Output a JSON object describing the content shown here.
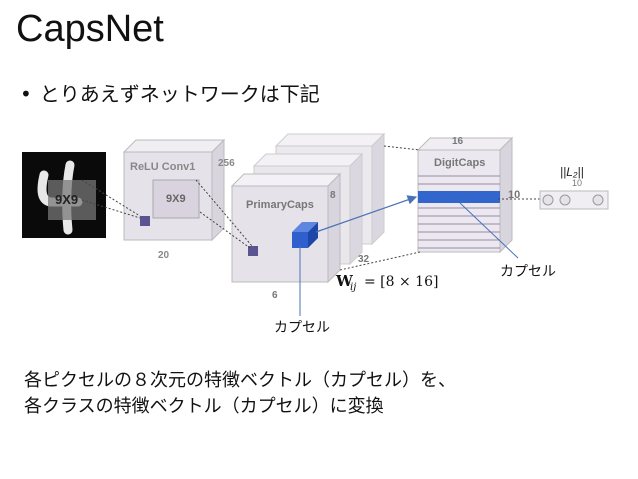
{
  "slide": {
    "title": "CapsNet",
    "bullet": "とりあえずネットワークは下記",
    "description_line1": "各ピクセルの８次元の特徴ベクトル（カプセル）を、",
    "description_line2": "各クラスの特徴ベクトル（カプセル）に変換"
  },
  "diagram": {
    "input_label": "9X9",
    "conv1_label": "ReLU Conv1",
    "conv1_kernel": "9X9",
    "conv1_depth": "256",
    "conv1_size": "20",
    "primary_label": "PrimaryCaps",
    "primary_depth": "8",
    "primary_count": "32",
    "primary_size": "6",
    "digit_label": "DigitCaps",
    "digit_top": "16",
    "digit_count": "10",
    "output_norm": "||L₂||",
    "output_count": "10",
    "weight_bold": "W",
    "weight_sub": "ij",
    "weight_rest": "= [8 × 16]",
    "capsule_label_right": "カプセル",
    "capsule_label_bottom": "カプセル"
  },
  "colors": {
    "box_fill": "#e6e2ea",
    "accent_blue": "#3366cc",
    "arrow_blue": "#4a72b8",
    "kernel_purple": "#5a5490"
  }
}
